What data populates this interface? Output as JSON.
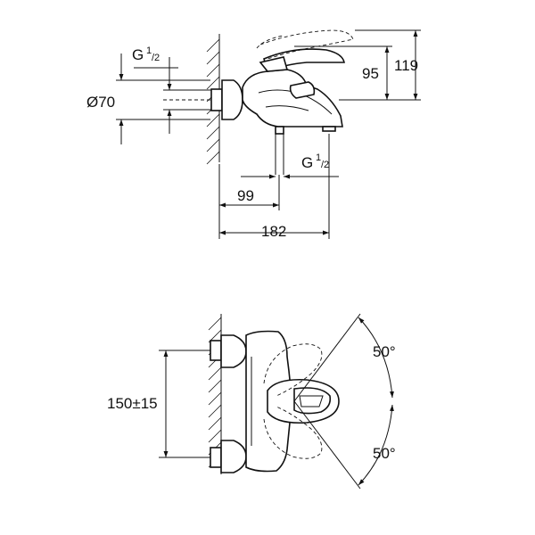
{
  "labels": {
    "g_top_main": "G",
    "g_top_sup": "1",
    "g_top_sub": "/2",
    "d70": "Ø70",
    "d95": "95",
    "d119": "119",
    "g_bot_main": "G",
    "g_bot_sup": "1",
    "g_bot_sub": "/2",
    "d99": "99",
    "d182": "182",
    "d150": "150±15",
    "angle_top": "50°",
    "angle_bottom": "50°"
  },
  "colors": {
    "line": "#111111",
    "background": "#ffffff"
  }
}
